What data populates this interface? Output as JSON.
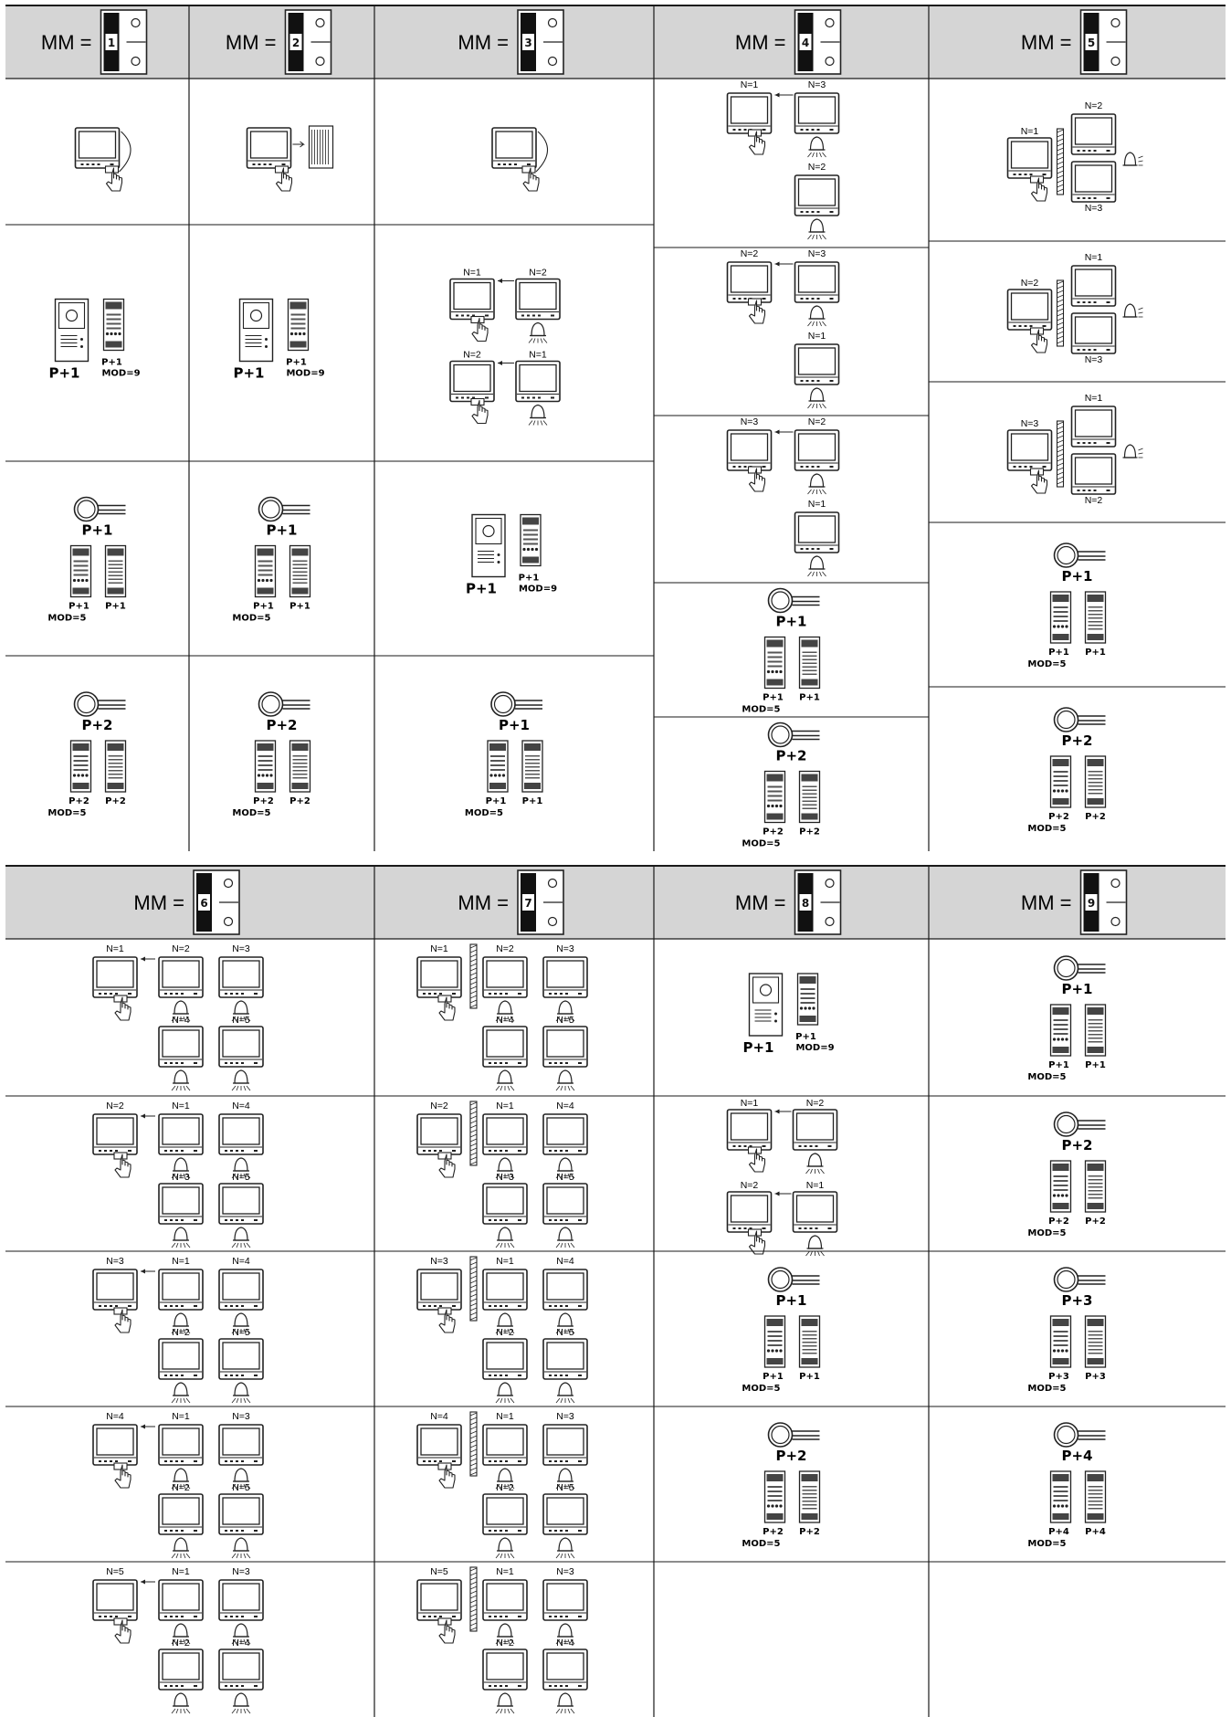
{
  "tables": [
    {
      "headers": [
        {
          "label": "MM =",
          "dip": "1"
        },
        {
          "label": "MM =",
          "dip": "2"
        },
        {
          "label": "MM =",
          "dip": "3"
        },
        {
          "label": "MM =",
          "dip": "4"
        },
        {
          "label": "MM =",
          "dip": "5"
        }
      ],
      "columns": [
        [
          {
            "type": "monitor-return"
          },
          {
            "type": "panel-module",
            "main": "P",
            "main_suffix": "+1",
            "sub": "P",
            "sub_suffix": "+1",
            "mod": "MOD=9"
          },
          {
            "type": "key-pair",
            "key_p": "P",
            "key_suffix": "+1",
            "left_p": "P",
            "left_suffix": "+1",
            "right_p": "P",
            "right_suffix": "+1",
            "mod": "MOD=5"
          },
          {
            "type": "key-pair",
            "key_p": "P",
            "key_suffix": "+2",
            "left_p": "P",
            "left_suffix": "+2",
            "right_p": "P",
            "right_suffix": "+2",
            "mod": "MOD=5"
          }
        ],
        [
          {
            "type": "monitor-panel"
          },
          {
            "type": "panel-module",
            "main": "P",
            "main_suffix": "+1",
            "sub": "P",
            "sub_suffix": "+1",
            "mod": "MOD=9"
          },
          {
            "type": "key-pair",
            "key_p": "P",
            "key_suffix": "+1",
            "left_p": "P",
            "left_suffix": "+1",
            "right_p": "P",
            "right_suffix": "+1",
            "mod": "MOD=5"
          },
          {
            "type": "key-pair",
            "key_p": "P",
            "key_suffix": "+2",
            "left_p": "P",
            "left_suffix": "+2",
            "right_p": "P",
            "right_suffix": "+2",
            "mod": "MOD=5"
          }
        ],
        [
          {
            "type": "monitor-return"
          },
          {
            "type": "intercom-pairs",
            "rows": [
              [
                "N=1",
                "N=2"
              ],
              [
                "N=2",
                "N=1"
              ]
            ]
          },
          {
            "type": "panel-module",
            "main": "P",
            "main_suffix": "+1",
            "sub": "P",
            "sub_suffix": "+1",
            "mod": "MOD=9"
          },
          {
            "type": "key-pair",
            "key_p": "P",
            "key_suffix": "+1",
            "left_p": "P",
            "left_suffix": "+1",
            "right_p": "P",
            "right_suffix": "+1",
            "mod": "MOD=5"
          }
        ],
        [
          {
            "type": "intercom-three",
            "caller": "N=1",
            "second": "N=3",
            "third": "N=2"
          },
          {
            "type": "intercom-three",
            "caller": "N=2",
            "second": "N=3",
            "third": "N=1"
          },
          {
            "type": "intercom-three",
            "caller": "N=3",
            "second": "N=2",
            "third": "N=1"
          },
          {
            "type": "key-pair",
            "key_p": "P",
            "key_suffix": "+1",
            "left_p": "P",
            "left_suffix": "+1",
            "right_p": "P",
            "right_suffix": "+1",
            "mod": "MOD=5"
          },
          {
            "type": "key-pair",
            "key_p": "P",
            "key_suffix": "+2",
            "left_p": "P",
            "left_suffix": "+2",
            "right_p": "P",
            "right_suffix": "+2",
            "mod": "MOD=5"
          }
        ],
        [
          {
            "type": "wall-group",
            "caller": "N=1",
            "top": "N=2",
            "bottom": "N=3"
          },
          {
            "type": "wall-group",
            "caller": "N=2",
            "top": "N=1",
            "bottom": "N=3"
          },
          {
            "type": "wall-group",
            "caller": "N=3",
            "top": "N=1",
            "bottom": "N=2"
          },
          {
            "type": "key-pair",
            "key_p": "P",
            "key_suffix": "+1",
            "left_p": "P",
            "left_suffix": "+1",
            "right_p": "P",
            "right_suffix": "+1",
            "mod": "MOD=5"
          },
          {
            "type": "key-pair",
            "key_p": "P",
            "key_suffix": "+2",
            "left_p": "P",
            "left_suffix": "+2",
            "right_p": "P",
            "right_suffix": "+2",
            "mod": "MOD=5"
          }
        ]
      ]
    },
    {
      "headers": [
        {
          "label": "MM =",
          "dip": "6"
        },
        {
          "label": "MM =",
          "dip": "7"
        },
        {
          "label": "MM =",
          "dip": "8"
        },
        {
          "label": "MM =",
          "dip": "9"
        }
      ],
      "columns": [
        [
          {
            "type": "intercom-five",
            "wall": false,
            "labels": [
              "N=1",
              "N=2",
              "N=3",
              "N=4",
              "N=5"
            ]
          },
          {
            "type": "intercom-five",
            "wall": false,
            "labels": [
              "N=2",
              "N=1",
              "N=4",
              "N=3",
              "N=5"
            ]
          },
          {
            "type": "intercom-five",
            "wall": false,
            "labels": [
              "N=3",
              "N=1",
              "N=4",
              "N=2",
              "N=5"
            ]
          },
          {
            "type": "intercom-five",
            "wall": false,
            "labels": [
              "N=4",
              "N=1",
              "N=3",
              "N=2",
              "N=5"
            ]
          },
          {
            "type": "intercom-five",
            "wall": false,
            "labels": [
              "N=5",
              "N=1",
              "N=3",
              "N=2",
              "N=4"
            ]
          }
        ],
        [
          {
            "type": "intercom-five",
            "wall": true,
            "labels": [
              "N=1",
              "N=2",
              "N=3",
              "N=4",
              "N=5"
            ]
          },
          {
            "type": "intercom-five",
            "wall": true,
            "labels": [
              "N=2",
              "N=1",
              "N=4",
              "N=3",
              "N=5"
            ]
          },
          {
            "type": "intercom-five",
            "wall": true,
            "labels": [
              "N=3",
              "N=1",
              "N=4",
              "N=2",
              "N=5"
            ]
          },
          {
            "type": "intercom-five",
            "wall": true,
            "labels": [
              "N=4",
              "N=1",
              "N=3",
              "N=2",
              "N=5"
            ]
          },
          {
            "type": "intercom-five",
            "wall": true,
            "labels": [
              "N=5",
              "N=1",
              "N=3",
              "N=2",
              "N=4"
            ]
          }
        ],
        [
          {
            "type": "panel-module",
            "main": "P",
            "main_suffix": "+1",
            "sub": "P",
            "sub_suffix": "+1",
            "mod": "MOD=9"
          },
          {
            "type": "intercom-pairs",
            "rows": [
              [
                "N=1",
                "N=2"
              ],
              [
                "N=2",
                "N=1"
              ]
            ]
          },
          {
            "type": "key-pair",
            "key_p": "P",
            "key_suffix": "+1",
            "left_p": "P",
            "left_suffix": "+1",
            "right_p": "P",
            "right_suffix": "+1",
            "mod": "MOD=5"
          },
          {
            "type": "key-pair",
            "key_p": "P",
            "key_suffix": "+2",
            "left_p": "P",
            "left_suffix": "+2",
            "right_p": "P",
            "right_suffix": "+2",
            "mod": "MOD=5"
          },
          {
            "type": "empty"
          }
        ],
        [
          {
            "type": "key-pair",
            "key_p": "P",
            "key_suffix": "+1",
            "left_p": "P",
            "left_suffix": "+1",
            "right_p": "P",
            "right_suffix": "+1",
            "mod": "MOD=5"
          },
          {
            "type": "key-pair",
            "key_p": "P",
            "key_suffix": "+2",
            "left_p": "P",
            "left_suffix": "+2",
            "right_p": "P",
            "right_suffix": "+2",
            "mod": "MOD=5"
          },
          {
            "type": "key-pair",
            "key_p": "P",
            "key_suffix": "+3",
            "left_p": "P",
            "left_suffix": "+3",
            "right_p": "P",
            "right_suffix": "+3",
            "mod": "MOD=5"
          },
          {
            "type": "key-pair",
            "key_p": "P",
            "key_suffix": "+4",
            "left_p": "P",
            "left_suffix": "+4",
            "right_p": "P",
            "right_suffix": "+4",
            "mod": "MOD=5"
          },
          {
            "type": "empty"
          }
        ]
      ]
    }
  ],
  "colors": {
    "header_bg": "#d5d5d5",
    "line": "#1a1a1a",
    "stroke": "#222222"
  }
}
